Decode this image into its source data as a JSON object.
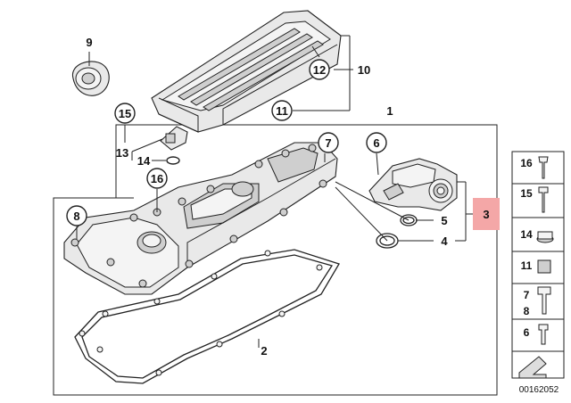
{
  "diagram": {
    "callouts": {
      "c1": "1",
      "c2": "2",
      "c3": "3",
      "c4": "4",
      "c5": "5",
      "c6": "6",
      "c7": "7",
      "c8": "8",
      "c9": "9",
      "c10": "10",
      "c11": "11",
      "c12": "12",
      "c13": "13",
      "c14": "14",
      "c15": "15",
      "c16": "16"
    },
    "highlight_color": "#f4a7a7",
    "legend": [
      {
        "label": "16"
      },
      {
        "label": "15"
      },
      {
        "label": "14"
      },
      {
        "label": "11"
      },
      {
        "label": "7"
      },
      {
        "label": "8"
      },
      {
        "label": "6"
      }
    ],
    "diagram_number": "00162052"
  }
}
